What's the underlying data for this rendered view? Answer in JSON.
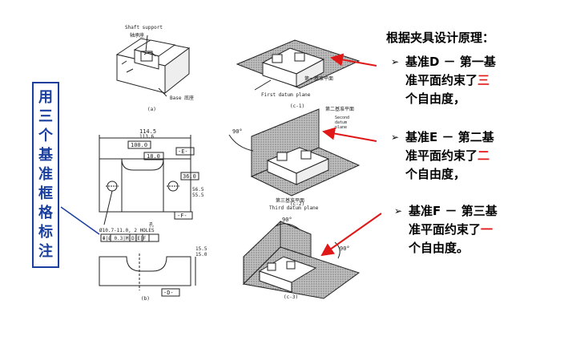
{
  "label_chars": [
    "用",
    "三",
    "个",
    "基",
    "准",
    "框",
    "格",
    "标",
    "注"
  ],
  "heading": "根据夹具设计原理：",
  "datums": [
    {
      "prefix": "基准D － 第一基准平面约束了",
      "highlight": "三",
      "suffix": "个自由度，",
      "line1": "基准D － 第一基",
      "line2a": "准平面约束了",
      "line3": "个自由度，"
    },
    {
      "prefix": "基准E － 第二基准平面约束了",
      "highlight": "二",
      "suffix": "个自由度，",
      "line1": "基准E － 第二基",
      "line2a": "准平面约束了",
      "line3": "个自由度，"
    },
    {
      "prefix": "基准F － 第三基准平面约束了",
      "highlight": "一",
      "suffix": "个自由度。",
      "line1": "基准F － 第三基",
      "line2a": "准平面约束了",
      "line3": "个自由度。"
    }
  ],
  "figure": {
    "shaft_support": "Shaft support",
    "shaft_support_cn": "轴承座",
    "base": "Base 底座",
    "cap_a": "(a)",
    "cap_b": "(b)",
    "cap_c1": "(c-1)",
    "cap_c2": "(c-2)",
    "cap_c3": "(c-3)",
    "first_cn": "第一基准平面",
    "first_en": "First datum plane",
    "second_cn": "第二基准平面",
    "second_en1": "Second",
    "second_en2": "datum",
    "second_en3": "plane",
    "third_cn": "第三基准平面",
    "third_en": "Third datum plane",
    "deg90": "90°",
    "dim_114": "114.5",
    "dim_113": "113.6",
    "dim_100": "100.0",
    "dim_18": "18.0",
    "dim_36": "36.0",
    "dim_56a": "56.5",
    "dim_56b": "55.5",
    "dim_15a": "15.5",
    "dim_15b": "15.0",
    "holes": "Ø10.7-11.0, 2 HOLES",
    "hole_cn": "孔",
    "fcf": "Φ|Ø 0.3|M|D|E|F",
    "datum_e": "-E-",
    "datum_f": "-F-",
    "datum_d": "-D-"
  }
}
